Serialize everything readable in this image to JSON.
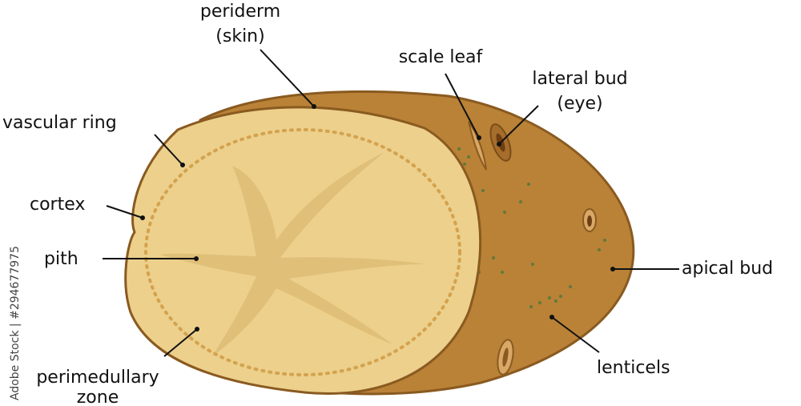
{
  "labels": {
    "periderm": "periderm",
    "periderm_sub": "(skin)",
    "scale_leaf": "scale leaf",
    "lateral_bud": "lateral bud",
    "lateral_bud_sub": "(eye)",
    "vascular_ring": "vascular ring",
    "cortex": "cortex",
    "pith": "pith",
    "apical_bud": "apical bud",
    "lenticels": "lenticels",
    "perimedullary": "perimedullary",
    "perimedullary_sub": "zone"
  },
  "watermark": "Adobe Stock | #294677975",
  "colors": {
    "skin": "#b98237",
    "skin_dark": "#8a5a20",
    "flesh": "#ecd08c",
    "flesh_outline": "#b07a34",
    "pith": "#e2c07a",
    "vascular_dots": "#d4a24e",
    "lenticel_dots": "#5f7a3a"
  }
}
